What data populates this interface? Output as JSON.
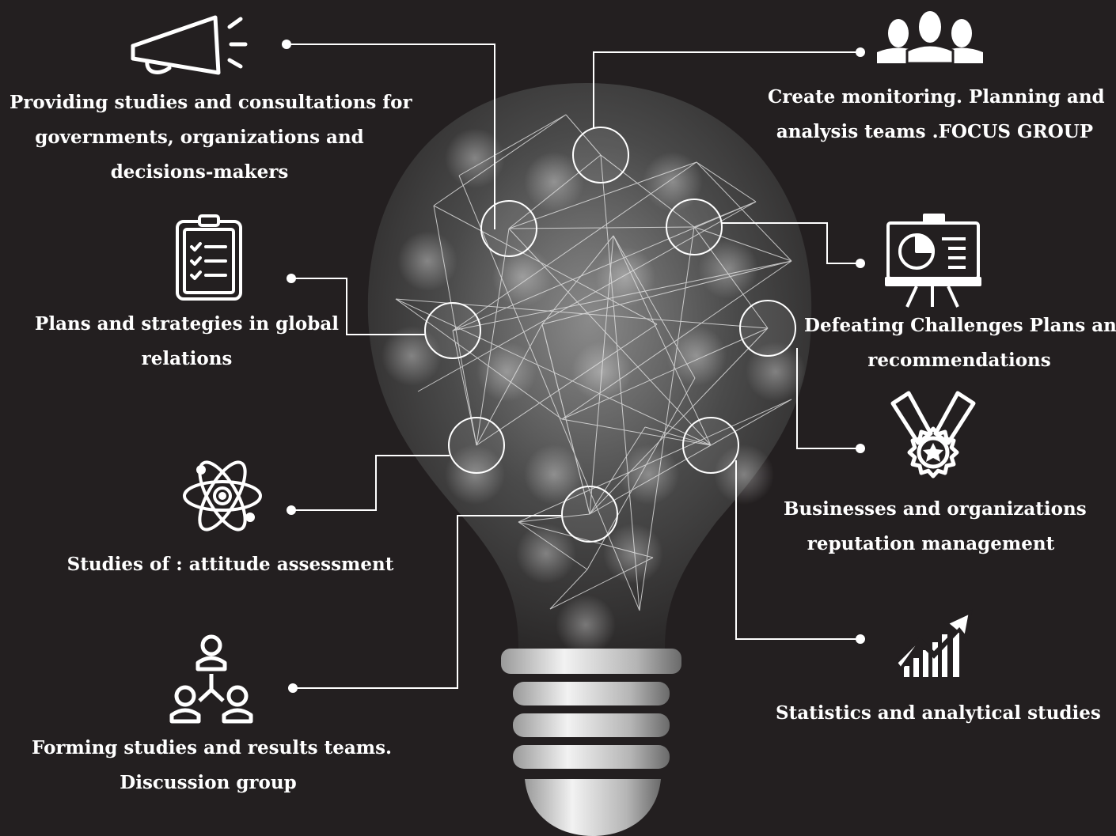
{
  "colors": {
    "background": "#231f20",
    "foreground": "#ffffff",
    "bulb_glow": "#9a9a9a",
    "base_metal": "#d9d9d9"
  },
  "items": [
    {
      "id": "consultations",
      "icon": "megaphone-icon",
      "lines": [
        "Providing studies and consultations for",
        "governments, organizations and",
        "decisions-makers"
      ]
    },
    {
      "id": "plans-global",
      "icon": "clipboard-checklist-icon",
      "lines": [
        "Plans and strategies in global",
        "relations"
      ]
    },
    {
      "id": "attitude",
      "icon": "atom-icon",
      "lines": [
        "Studies of : attitude assessment"
      ]
    },
    {
      "id": "forming-teams",
      "icon": "team-hierarchy-icon",
      "lines": [
        "Forming studies and results teams.",
        "Discussion group"
      ]
    },
    {
      "id": "monitoring",
      "icon": "people-group-icon",
      "lines": [
        "Create monitoring. Planning and",
        "analysis teams .FOCUS GROUP"
      ]
    },
    {
      "id": "defeating",
      "icon": "presentation-board-icon",
      "lines": [
        "Defeating Challenges Plans and",
        "recommendations"
      ]
    },
    {
      "id": "reputation",
      "icon": "medal-icon",
      "lines": [
        "Businesses and organizations",
        "reputation management"
      ]
    },
    {
      "id": "statistics",
      "icon": "growth-chart-icon",
      "lines": [
        "Statistics and analytical studies"
      ]
    }
  ]
}
